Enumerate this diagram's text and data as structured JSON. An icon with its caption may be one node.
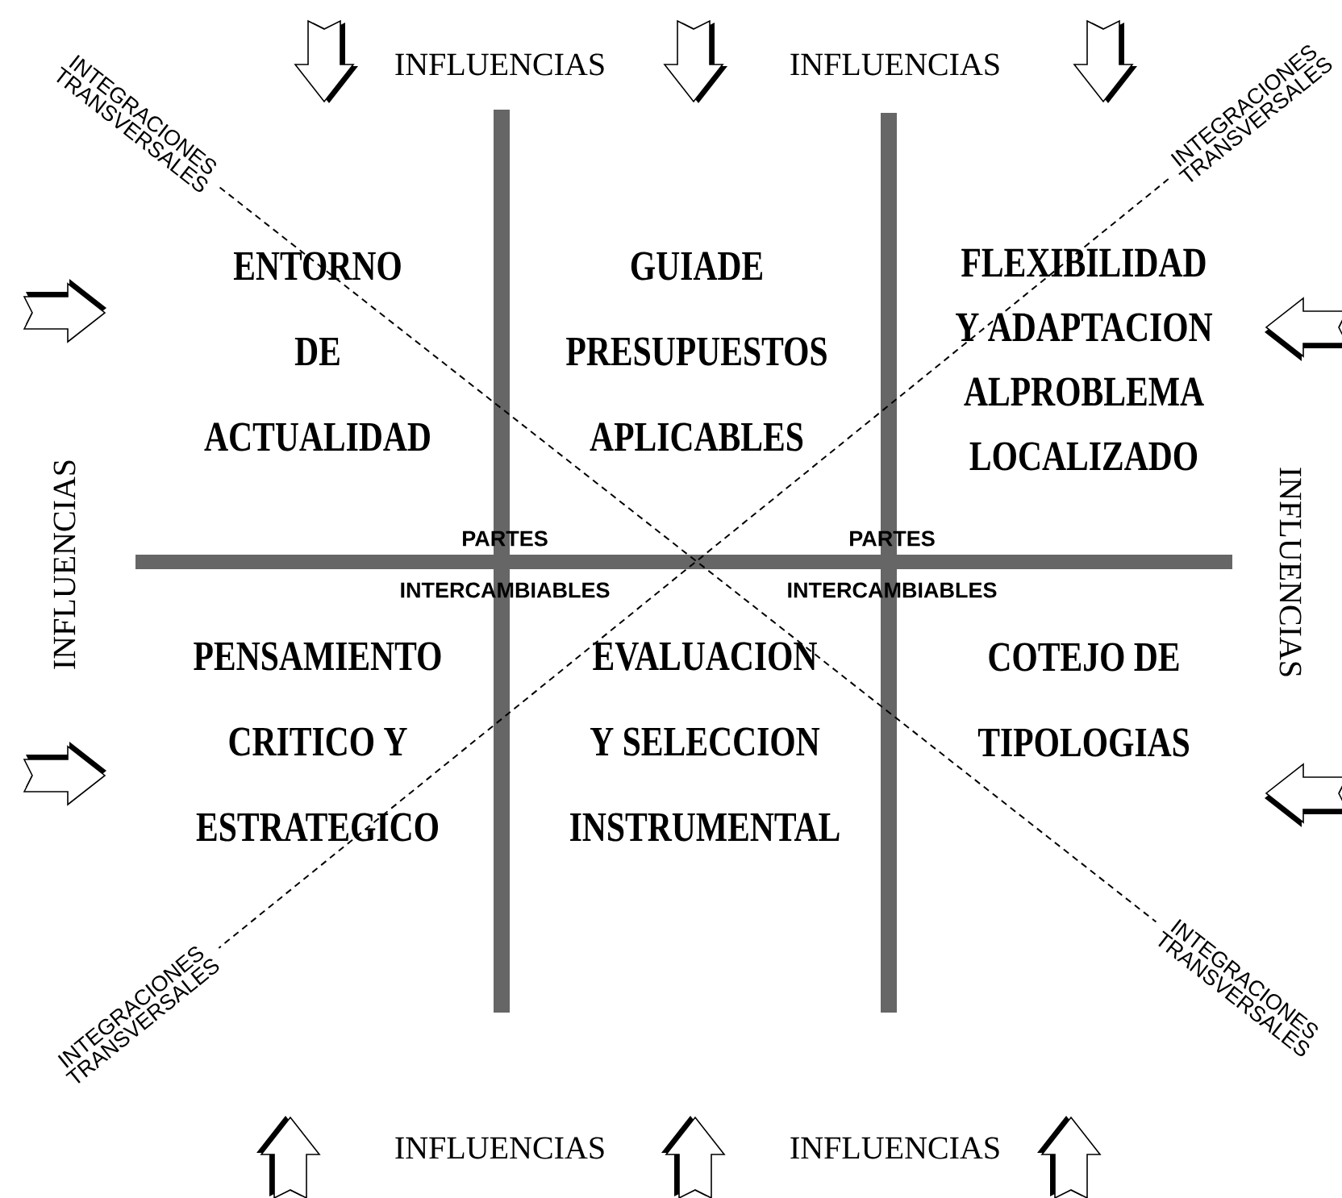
{
  "diagram": {
    "nodes": [
      {
        "text": [
          "INTEGRACIONES TRANSVERSALES"
        ]
      },
      {
        "text": [
          "INTEGRACIONES TRANSVERSALES"
        ]
      },
      {
        "text": [
          "INTEGRACIONES TRANSVERSALES"
        ]
      },
      {
        "text": [
          "INTEGRACIONES TRANSVERSALES"
        ]
      }
    ],
    "edges": [
      {
        "from": 0,
        "to": 3,
        "arrow": "none",
        "style": "dashed"
      },
      {
        "from": 1,
        "to": 2,
        "arrow": "none",
        "style": "dashed"
      }
    ],
    "labels": [
      "INFLUENCIAS",
      "INFLUENCIAS",
      "ENTORNO DE ACTUALIDAD",
      "GUIADE PRESUPUESTOS APLICABLES",
      "FLEXIBILIDAD Y ADAPTACION ALPROBLEMA LOCALIZADO",
      "INFLUENCIAS",
      "INFLUENCIAS",
      "PARTES",
      "PARTES",
      "INTERCAMBIABLES",
      "INTERCAMBIABLES",
      "PENSAMIENTO CRITICO Y ESTRATEGICO",
      "EVALUACION Y SELECCION INSTRUMENTAL",
      "COTEJO DE TIPOLOGIAS",
      "INFLUENCIAS",
      "INFLUENCIAS"
    ]
  }
}
